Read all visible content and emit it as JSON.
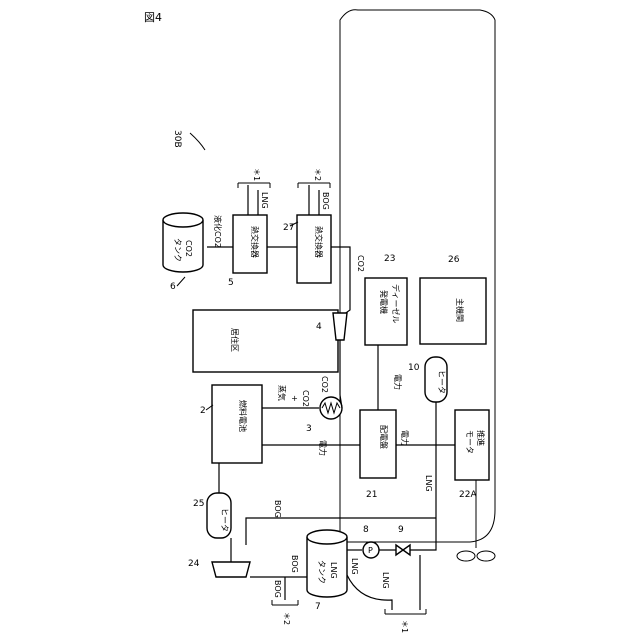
{
  "figure": {
    "title": "図4",
    "ref_label": "30B"
  },
  "components": {
    "co2_tank": {
      "ref": "6",
      "label_a": "CO2",
      "label_b": "タンク"
    },
    "hx_5": {
      "ref": "5",
      "label": "熱交換器"
    },
    "hx_27": {
      "ref": "27",
      "label": "熱交換器"
    },
    "living_area": {
      "label": "居住区"
    },
    "compressor_4": {
      "ref": "4"
    },
    "fuel_cell": {
      "ref": "2",
      "label": "燃料電池"
    },
    "hx_3": {
      "ref": "3"
    },
    "heater_25": {
      "ref": "25",
      "label": "ヒータ"
    },
    "compressor_24": {
      "ref": "24"
    },
    "lng_tank": {
      "ref": "7",
      "label_a": "LNG",
      "label_b": "タンク"
    },
    "pump_8": {
      "ref": "8",
      "symbol": "P"
    },
    "valve_9": {
      "ref": "9"
    },
    "switchboard": {
      "ref": "21",
      "label": "配電盤"
    },
    "diesel_gen": {
      "ref": "23",
      "label_a": "ディーゼル",
      "label_b": "発電機"
    },
    "heater_10": {
      "ref": "10",
      "label": "ヒータ"
    },
    "main_engine": {
      "ref": "26",
      "label": "主機関"
    },
    "prop_motor": {
      "ref": "22A",
      "label_a": "推進",
      "label_b": "モータ"
    }
  },
  "flow_labels": {
    "liquefied_co2": "液化CO2",
    "lng": "LNG",
    "bog": "BOG",
    "co2": "CO2",
    "steam": "蒸気",
    "plus": "+",
    "power": "電力",
    "mark1": "＊1",
    "mark2": "＊2"
  },
  "icons": {
    "heat_exchanger_coil": "coil-symbol",
    "propeller": "propeller-symbol"
  }
}
